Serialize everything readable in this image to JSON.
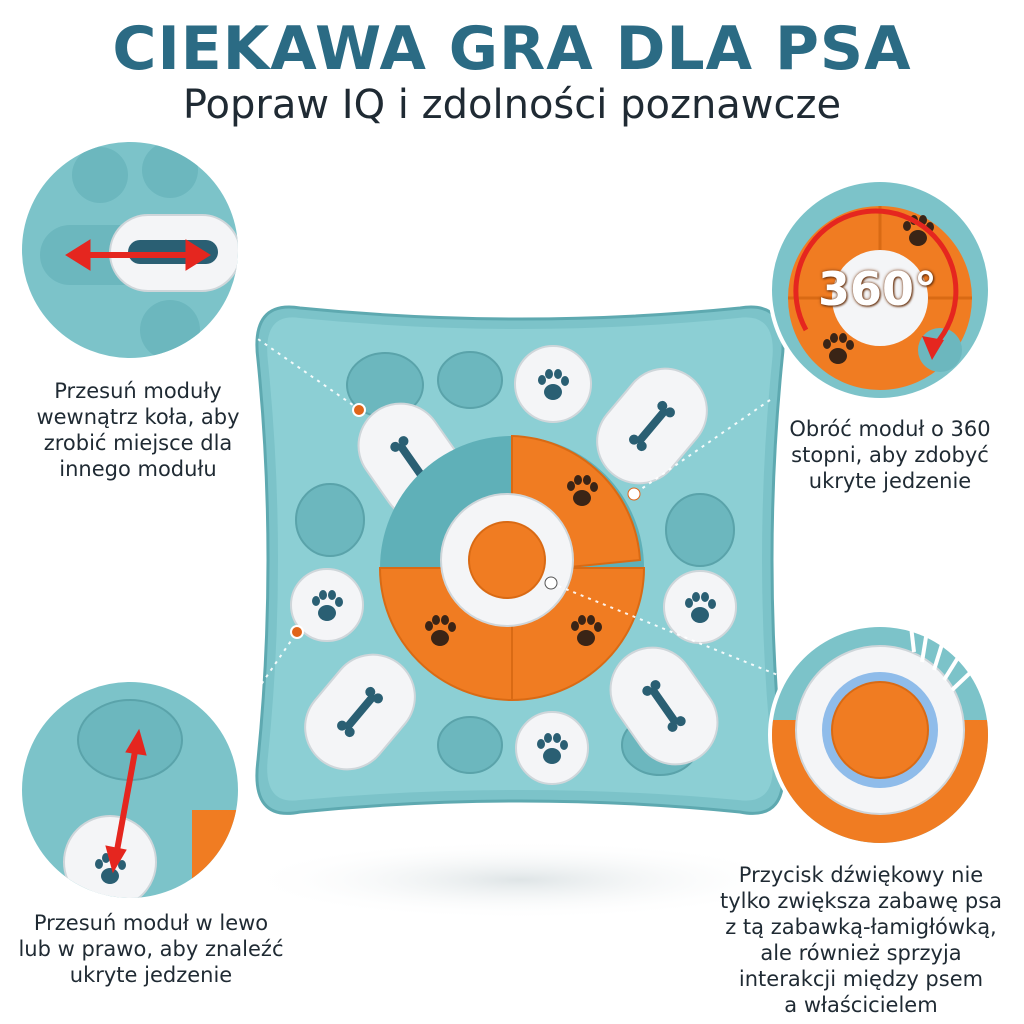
{
  "header": {
    "title": "CIEKAWA GRA DLA PSA",
    "subtitle": "Popraw IQ i zdolności poznawcze"
  },
  "features": {
    "top_left": {
      "lines": [
        "Przesuń moduły",
        "wewnątrz koła, aby",
        "zrobić miejsce dla",
        "innego modułu"
      ]
    },
    "top_right": {
      "lines": [
        "Obróć moduł o 360",
        "stopni, aby zdobyć",
        "ukryte jedzenie"
      ],
      "badge": "360°"
    },
    "bottom_left": {
      "lines": [
        "Przesuń moduł w lewo",
        "lub w prawo, aby znaleźć",
        "ukryte jedzenie"
      ]
    },
    "bottom_right": {
      "lines": [
        "Przycisk dźwiękowy nie",
        "tylko zwiększa zabawę psa",
        "z tą zabawką-łamigłówką,",
        "ale również sprzyja",
        "interakcji między psem",
        "a właścicielem"
      ]
    }
  },
  "colors": {
    "toy_blue": "#7cc3c9",
    "toy_orange": "#f07c22",
    "module_white": "#f4f5f7",
    "title_blue": "#2b6b84",
    "arrow_red": "#e5261f"
  },
  "icons": [
    "paw-icon",
    "bone-icon",
    "double-arrow-icon",
    "rotate-arrow-icon",
    "sound-waves-icon"
  ]
}
